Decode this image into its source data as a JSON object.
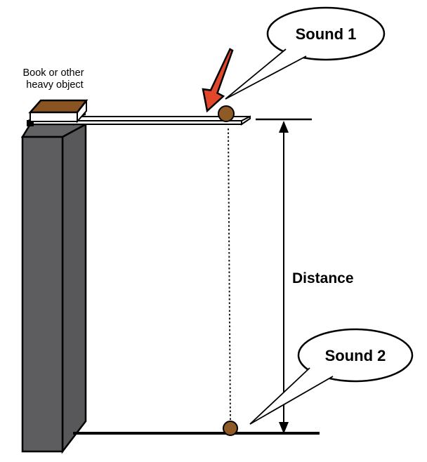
{
  "labels": {
    "book_line1": "Book or other",
    "book_line2": "heavy object",
    "sound1": "Sound 1",
    "sound2": "Sound 2",
    "distance": "Distance"
  },
  "colors": {
    "background": "#ffffff",
    "ink": "#000000",
    "column_front": "#5d5d5f",
    "column_side": "#58585a",
    "column_top": "#626264",
    "book_cover": "#8a5322",
    "paper_white": "#ffffff",
    "ball": "#8e5a26",
    "strike_arrow": "#e2462b"
  }
}
